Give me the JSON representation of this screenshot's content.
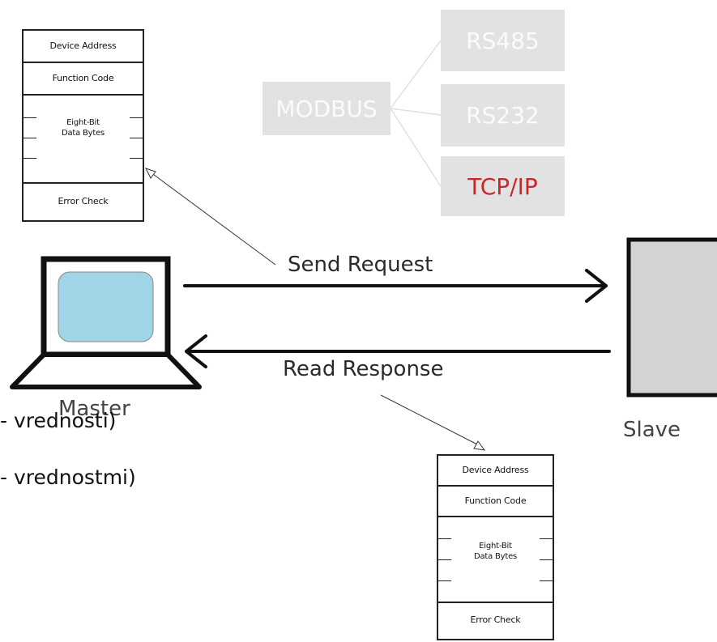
{
  "frame_fields": {
    "device_address": "Device Address",
    "function_code": "Function Code",
    "data_line1": "Eight-Bit",
    "data_line2": "Data Bytes",
    "error_check": "Error Check"
  },
  "protocols": {
    "root": "MODBUS",
    "items": [
      {
        "label": "RS485",
        "color": "#f7f7f7"
      },
      {
        "label": "RS232",
        "color": "#f7f7f7"
      },
      {
        "label": "TCP/IP",
        "color": "#c8282b"
      }
    ]
  },
  "arrows": {
    "send": "Send Request",
    "read": "Read Response"
  },
  "nodes": {
    "master": "Master",
    "slave": "Slave"
  },
  "slide_text": {
    "line1": "- vrednosti)",
    "line2": "- vrednostmi)"
  },
  "colors": {
    "screen": "#9fd5e6",
    "slave_fill": "#d3d3d3",
    "line": "#111111"
  }
}
